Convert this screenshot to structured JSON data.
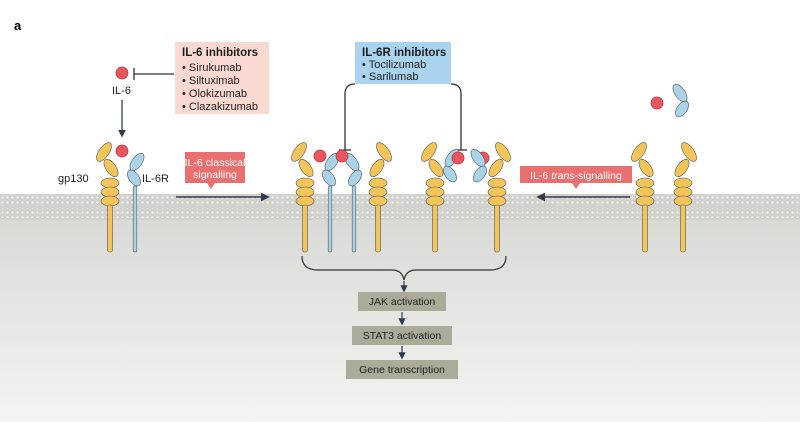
{
  "panel_label": "a",
  "il6_inhibitors": {
    "title": "IL-6 inhibitors",
    "items": [
      "Sirukumab",
      "Siltuximab",
      "Olokizumab",
      "Clazakizumab"
    ]
  },
  "il6r_inhibitors": {
    "title": "IL-6R inhibitors",
    "items": [
      "Tocilizumab",
      "Sarilumab"
    ]
  },
  "labels": {
    "il6": "IL-6",
    "gp130": "gp130",
    "il6r": "IL-6R"
  },
  "classical_label": [
    "IL-6 classical",
    "signalling"
  ],
  "trans_label": {
    "prefix": "IL-6 ",
    "italic": "trans",
    "suffix": "-signalling"
  },
  "steps": [
    "JAK activation",
    "STAT3 activation",
    "Gene transcription"
  ],
  "colors": {
    "gp130": "#f2c45a",
    "il6r": "#a9d3e6",
    "il6": "#e8575e",
    "il6_box": "#fbd9d3",
    "il6r_box": "#a9d3ee",
    "signal_tag": "#ea6f6f",
    "step_box": "#aaab98",
    "cytoplasm": "#e3e3e1"
  }
}
